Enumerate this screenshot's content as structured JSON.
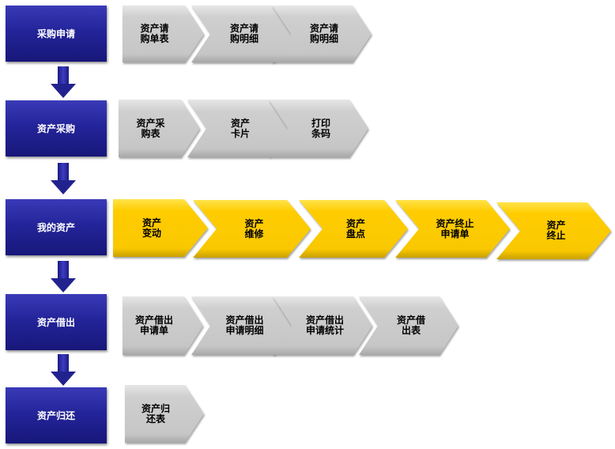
{
  "stages": [
    {
      "label": "采购申请",
      "steps": [
        "资产请\n购单表",
        "资产请\n购明细",
        "资产请\n购明细"
      ]
    },
    {
      "label": "资产采购",
      "steps": [
        "资产采\n购表",
        "资产\n卡片",
        "打印\n条码"
      ]
    },
    {
      "label": "我的资产",
      "steps": [
        "资产\n变动",
        "资产\n维修",
        "资产\n盘点",
        "资产终止\n申请单",
        "资产\n终止"
      ]
    },
    {
      "label": "资产借出",
      "steps": [
        "资产借出\n申请单",
        "资产借出\n申请明细",
        "资产借出\n申请统计",
        "资产借\n出表"
      ]
    },
    {
      "label": "资产归还",
      "steps": [
        "资产归\n还表"
      ]
    }
  ],
  "colors": {
    "stage": "#24249a",
    "step": "#c9c9c9",
    "highlight": "#ffcc00"
  }
}
